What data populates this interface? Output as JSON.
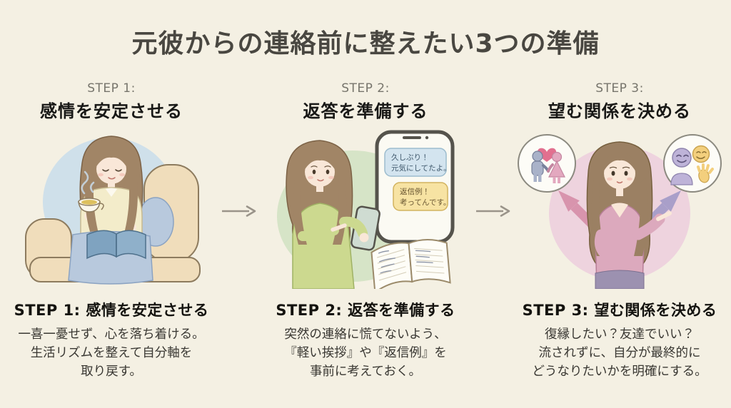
{
  "page": {
    "title": "元彼からの連絡前に整えたい3つの準備"
  },
  "flow_arrow_icon": "→",
  "colors": {
    "background": "#f4f0e3",
    "title_text": "#494741",
    "step_label": "#77756c",
    "body_text": "#3a3833",
    "flow_arrow": "#9a948a",
    "step1_blob": "#cfe0ea",
    "step2_blob": "#d6e4c7",
    "step3_blob": "#eed3de",
    "received_bubble": "#d3e4ef",
    "sent_bubble": "#f7e3a3",
    "pink_arrow": "#d894ad",
    "purple_arrow": "#a99fc9"
  },
  "steps": [
    {
      "label": "STEP 1:",
      "subtitle": "感情を安定させる",
      "illustration": "woman-relaxing-with-tea-and-book",
      "heading": "STEP 1: 感情を安定させる",
      "body": [
        "一喜一憂せず、心を落ち着ける。",
        "生活リズムを整えて自分軸を",
        "取り戻す。"
      ]
    },
    {
      "label": "STEP 2:",
      "subtitle": "返答を準備する",
      "illustration": "woman-checking-phone-with-notebook",
      "heading": "STEP 2: 返答を準備する",
      "body": [
        "突然の連絡に慌てないよう、",
        "『軽い挨拶』や『返信例』を",
        "事前に考えておく。"
      ],
      "chat": {
        "received_line1": "久しぶり！",
        "received_line2": "元気にしてたよ。",
        "sent_line1": "返信例！",
        "sent_line2": "考ってんです。"
      }
    },
    {
      "label": "STEP 3:",
      "subtitle": "望む関係を決める",
      "illustration": "woman-choosing-between-romance-and-friendship",
      "heading": "STEP 3: 望む関係を決める",
      "body": [
        "復縁したい？友達でいい？",
        "流されずに、自分が最終的に",
        "どうなりたいかを明確にする。"
      ]
    }
  ]
}
